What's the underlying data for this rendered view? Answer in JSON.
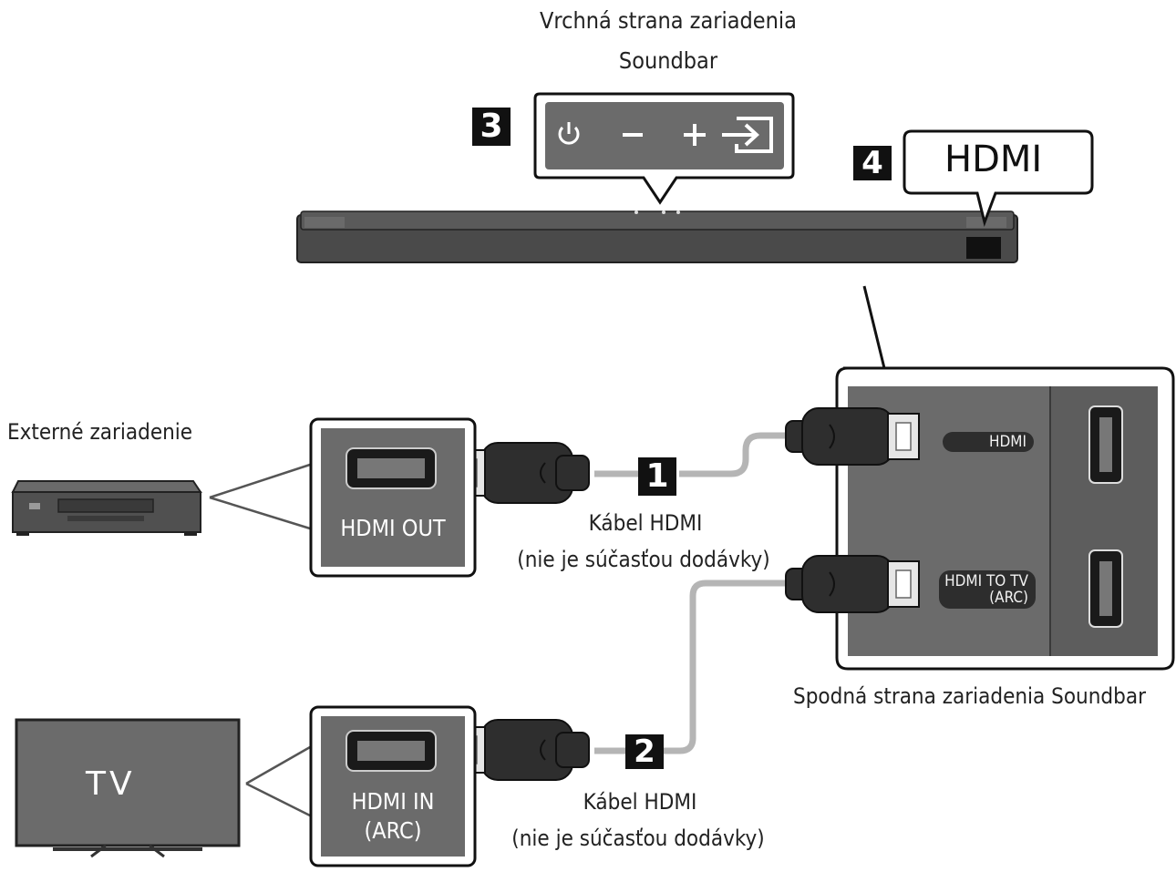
{
  "labels": {
    "top_title": "Vrchná strana zariadenia",
    "top_subtitle": "Soundbar",
    "external_device": "Externé zariadenie",
    "cable1_line1": "Kábel HDMI",
    "cable1_line2": "(nie je súčasťou dodávky)",
    "cable2_line1": "Kábel HDMI",
    "cable2_line2": "(nie je súčasťou dodávky)",
    "bottom_side": "Spodná strana zariadenia Soundbar",
    "tv": "TV"
  },
  "badges": {
    "b1": "1",
    "b2": "2",
    "b3": "3",
    "b4": "4"
  },
  "callouts": {
    "hdmi_big": "HDMI"
  },
  "panels": {
    "hdmi_out": "HDMI OUT",
    "hdmi_in_line1": "HDMI IN",
    "hdmi_in_line2": "(ARC)"
  },
  "soundbar_ports": {
    "port1": "HDMI",
    "port2_line1": "HDMI TO TV",
    "port2_line2": "(ARC)"
  },
  "buttons": {
    "power": "⏻",
    "minus": "−",
    "plus": "+"
  },
  "icons": [
    "power-icon",
    "volume-down-icon",
    "volume-up-icon",
    "input-source-icon"
  ],
  "colors": {
    "panel": "#6b6b6b",
    "dark": "#3a3a3a",
    "cable": "#b5b5b5",
    "outline": "#111111"
  }
}
